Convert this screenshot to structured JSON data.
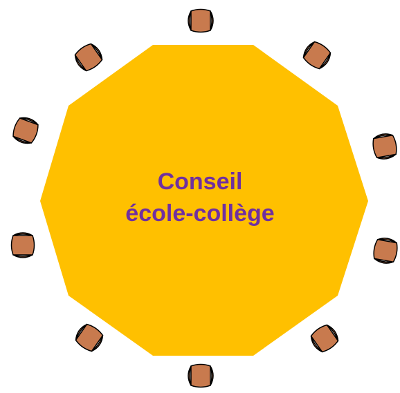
{
  "table": {
    "label_line1": "Conseil",
    "label_line2": "école-collège"
  },
  "colors": {
    "table_fill": "#FFC000",
    "label_text": "#7030A0",
    "chair_fill": "#C87A4E",
    "chair_outline": "#000000"
  },
  "chair_count": 10
}
